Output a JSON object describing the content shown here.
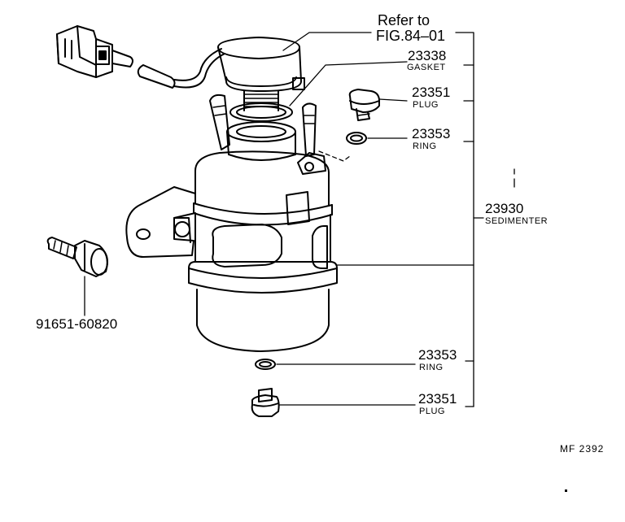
{
  "refer": {
    "line1": "Refer to",
    "line2": "FIG.84–01"
  },
  "parts": [
    {
      "number": "23338",
      "name": "GASKET"
    },
    {
      "number": "23351",
      "name": "PLUG"
    },
    {
      "number": "23353",
      "name": "RING"
    },
    {
      "number": "23930",
      "name": "SEDIMENTER"
    },
    {
      "number": "23353",
      "name": "RING"
    },
    {
      "number": "23351",
      "name": "PLUG"
    }
  ],
  "bolt_number": "91651-60820",
  "figure_code": "MF 2392"
}
